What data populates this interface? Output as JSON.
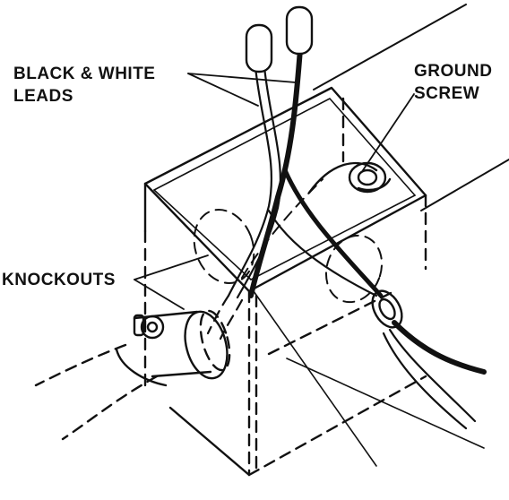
{
  "labels": {
    "leads_line1": "BLACK & WHITE",
    "leads_line2": "LEADS",
    "ground_line1": "GROUND",
    "ground_line2": "SCREW",
    "knockouts": "KNOCKOUTS"
  },
  "colors": {
    "ink": "#111111",
    "background": "#ffffff"
  }
}
